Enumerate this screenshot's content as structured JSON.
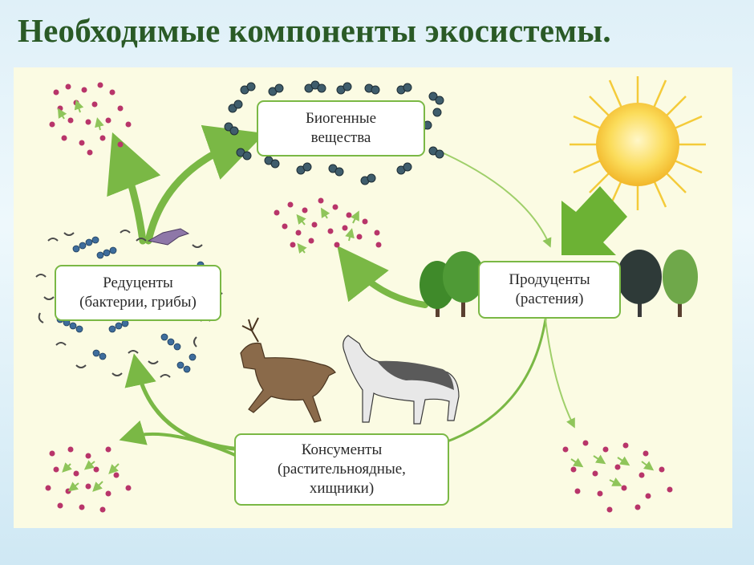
{
  "slide": {
    "title": "Необходимые компоненты экосистемы."
  },
  "nodes": {
    "biogenic": {
      "line1": "Биогенные",
      "line2": "вещества"
    },
    "producers": {
      "line1": "Продуценты",
      "line2": "(растения)"
    },
    "consumers": {
      "line1": "Консументы",
      "line2": "(растительноядные,",
      "line3": "хищники)"
    },
    "decomposers": {
      "line1": "Редуценты",
      "line2": "(бактерии, грибы)"
    }
  },
  "colors": {
    "title": "#2a5a26",
    "panel": "#fbfbe3",
    "arrow": "#7ab845",
    "node_border": "#7ab845",
    "particle": "#b8356a",
    "molecule": "#3f5d6c",
    "bacteria": "#3e6d9c",
    "sun": "#f7c622"
  },
  "icons": [
    "sun-icon",
    "tree-icon",
    "deer-icon",
    "wolf-icon",
    "bacteria-icon",
    "molecule-icon",
    "particles-icon"
  ]
}
